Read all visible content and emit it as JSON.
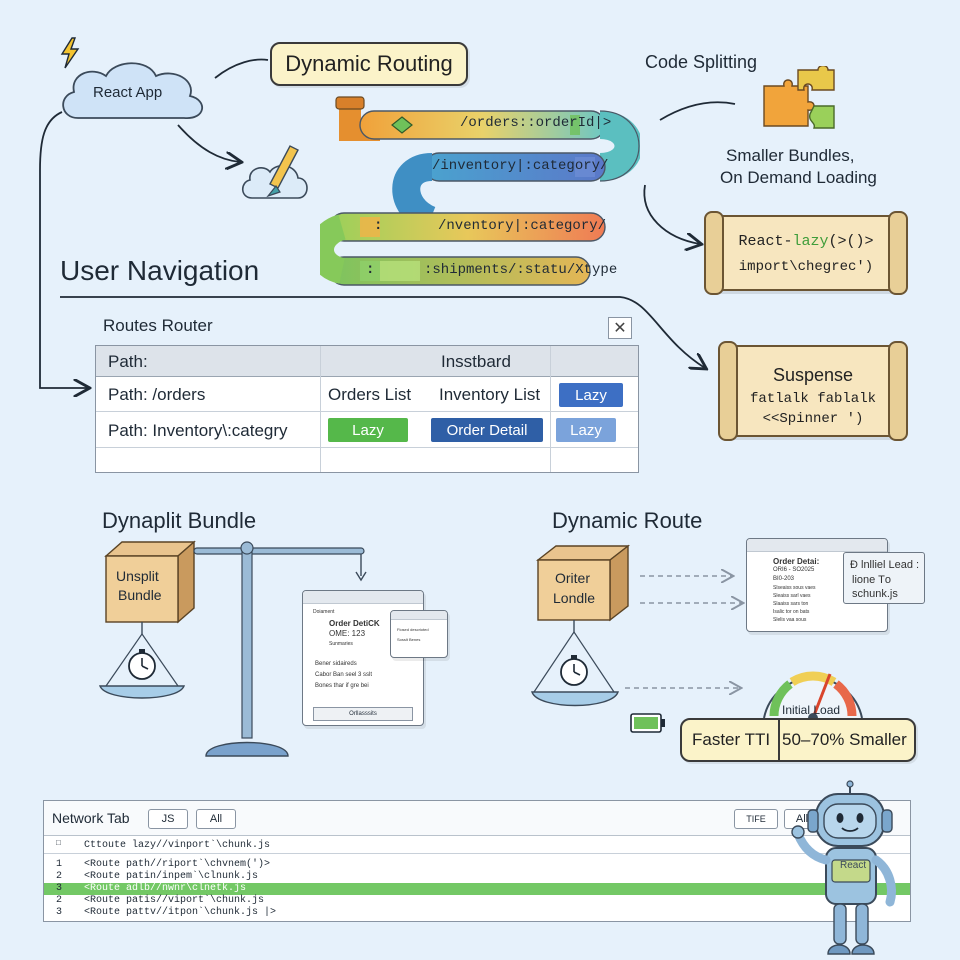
{
  "header": {
    "cloud_label": "React App",
    "dynamic_routing_label": "Dynamic Routing",
    "code_splitting_label": "Code Splitting",
    "smaller_bundles_line1": "Smaller Bundles,",
    "smaller_bundles_line2": "On Demand Loading"
  },
  "pipeline": {
    "route1": "/orders::orderId|>",
    "route2": "/inventory|:category/",
    "route3": "/nventory|:category/",
    "route4": ":shipments/:statu/Xtype",
    "marker_a": ":",
    "marker_b": ":"
  },
  "user_navigation": "User Navigation",
  "scroll_lazy": {
    "prefix": "React-",
    "keyword": "lazy",
    "suffix": "(>()>",
    "line2": "import\\chegrec')"
  },
  "scroll_suspense": {
    "line1": "Suspense",
    "line2": "fatlalk fablalk",
    "line3": "<<Spinner ')"
  },
  "routes_router": {
    "title": "Routes Router",
    "header_path": "Path:",
    "header_col": "Insstbard",
    "row1": {
      "path": "Path:  /orders",
      "c1": "Orders List",
      "c2": "Inventory List",
      "btn": "Lazy"
    },
    "row2": {
      "path": "Path:  Inventory\\:categry",
      "btn1": "Lazy",
      "btn2": "Order Detail",
      "btn3": "Lazy"
    }
  },
  "left_section": {
    "title": "Dynaplit Bundle",
    "box_line1": "Unsplit",
    "box_line2": "Bundle",
    "win_line0": "Doiament",
    "win_line1": "Order DetiCK",
    "win_line2": "OME: 123",
    "win_line3": "Sunmaries",
    "win_line4": "Bener sidaireds",
    "win_line5": "Cabor Ban seel 3 sslt",
    "win_line6": "Bones thar if gre bei",
    "win_button": "Orllasssits",
    "popup_line1": "Fiosed descrioted",
    "popup_line2": "Sosslt Benes"
  },
  "right_section": {
    "title": "Dynamic Route",
    "box_line1": "Oriter",
    "box_line2": "Londle",
    "win_title": "Order Detai:",
    "win_line1": "ORI6 - SO2025",
    "win_line2": "BI0-203",
    "win_line3": "Slseaiss sous vaes",
    "win_line4": "Sleaiss sarl vaes",
    "win_line5": "Slaaiss sars ton",
    "win_line6": "Isalic tor on bats",
    "win_line7": "Slelis vaa sous",
    "note_line1": "Ð lnlliel Lead :",
    "note_line2": "lione Tо",
    "note_line3": "schunk.js",
    "gauge_label": "Initial Load",
    "faster_tti": "Faster TTI",
    "smaller_pct": "50–70% Smaller"
  },
  "network": {
    "title": "Network Tab",
    "tab_js": "JS",
    "tab_all": "All",
    "tab_tiff": "TIFE",
    "tab_all2": "All",
    "header_row": "Cttoute lazy//vinport`\\chunk.js",
    "rows": [
      {
        "num": "1",
        "text": "<Route path//riport`\\chvnem(')>"
      },
      {
        "num": "2",
        "text": "<Route patin/inpem`\\clnunk.js"
      },
      {
        "num": "3",
        "text": "<Route adlb//nwnr\\clnetk.js"
      },
      {
        "num": "2",
        "text": "<Route patis//viport`\\chunk.js"
      },
      {
        "num": "3",
        "text": "<Route pattv//itpon`\\chunk.js |>"
      }
    ]
  },
  "robot": {
    "badge": "React"
  },
  "colors": {
    "background": "#e6f1fb",
    "pill": "#fbf3c9",
    "scroll": "#f7e6bf",
    "lazy_green": "#55b84a",
    "lazy_blue": "#3d6fc4",
    "highlight_row": "#73c865"
  }
}
